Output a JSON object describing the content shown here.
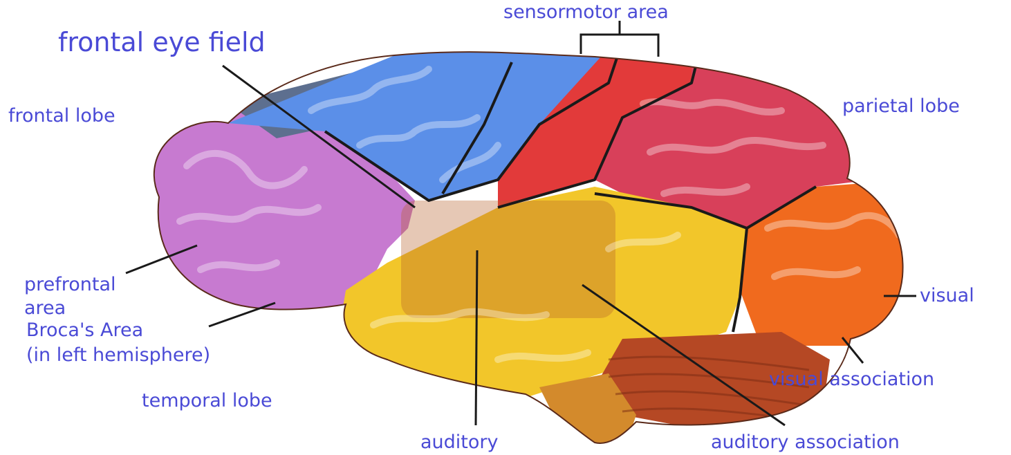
{
  "labels": {
    "frontal_eye_field": "frontal eye field",
    "sensormotor_area": "sensormotor area",
    "frontal_lobe": "frontal lobe",
    "parietal_lobe": "parietal lobe",
    "prefrontal_line1": "prefrontal",
    "prefrontal_line2": "area",
    "broca_line1": "Broca's Area",
    "broca_line2": "(in left hemisphere)",
    "visual": "visual",
    "temporal_lobe": "temporal lobe",
    "visual_association": "visual association",
    "auditory": "auditory",
    "auditory_association": "auditory association"
  },
  "colors": {
    "label_text": "#4a4ad6",
    "frontal_pink": "#c77ad0",
    "motor_blue": "#5b8fe8",
    "sensory_red": "#e23a3a",
    "parietal_red": "#d8405a",
    "occipital_orange": "#f06a1e",
    "temporal_yellow": "#f2c62a",
    "cerebellum_brown": "#b54824",
    "stem_orange": "#d38a2c"
  }
}
